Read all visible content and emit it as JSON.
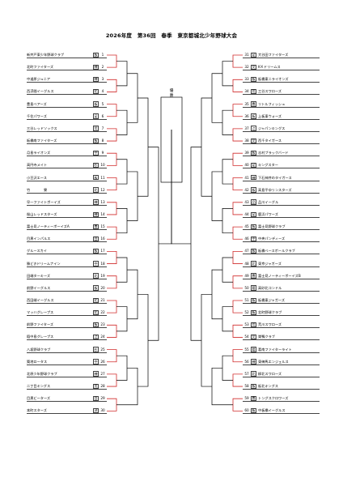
{
  "title": "2026年度　第36回　春季　東京都城北少年野球大会",
  "final_label": "優\n勝",
  "left_teams": [
    {
      "num": "1",
      "name": "新井戸東少年野球クラブ",
      "ward": "板"
    },
    {
      "num": "2",
      "name": "北町ファイターズ",
      "ward": "練"
    },
    {
      "num": "3",
      "name": "中道原ジュニア",
      "ward": "練"
    },
    {
      "num": "4",
      "name": "西浮間イーグルス",
      "ward": "北"
    },
    {
      "num": "5",
      "name": "豊島ベアーズ",
      "ward": "板"
    },
    {
      "num": "6",
      "name": "千住パワーズ",
      "ward": "足"
    },
    {
      "num": "7",
      "name": "三谷レッドソックス",
      "ward": "荒"
    },
    {
      "num": "8",
      "name": "板橋南ファイターズ",
      "ward": "板"
    },
    {
      "num": "9",
      "name": "月島ライオンズ",
      "ward": "中"
    },
    {
      "num": "10",
      "name": "高円寺メイト",
      "ward": "杉"
    },
    {
      "num": "11",
      "name": "小豆沢エース",
      "ward": "板"
    },
    {
      "num": "12",
      "name": "竹　　　　寮",
      "ward": "北"
    },
    {
      "num": "13",
      "name": "早一ファイトボーイズ",
      "ward": "練"
    },
    {
      "num": "14",
      "name": "桜山レッドスターズ",
      "ward": "練"
    },
    {
      "num": "15",
      "name": "富士見ノーティーボーイズA",
      "ward": "豊"
    },
    {
      "num": "16",
      "name": "目黒インパルス",
      "ward": "目"
    },
    {
      "num": "17",
      "name": "グルースカイ",
      "ward": "板"
    },
    {
      "num": "18",
      "name": "勝どきドリームナイン",
      "ward": "中"
    },
    {
      "num": "19",
      "name": "田端ターキーズ",
      "ward": "北"
    },
    {
      "num": "20",
      "name": "前野イーグルス",
      "ward": "板"
    },
    {
      "num": "21",
      "name": "西田端イーグルス",
      "ward": "北"
    },
    {
      "num": "22",
      "name": "マッハグレープス",
      "ward": "北"
    },
    {
      "num": "23",
      "name": "前野ファイターズ",
      "ward": "板"
    },
    {
      "num": "24",
      "name": "稲中島グレープス",
      "ward": "江"
    },
    {
      "num": "25",
      "name": "八坂野球クラブ",
      "ward": "杉"
    },
    {
      "num": "26",
      "name": "築地ロータス",
      "ward": "中"
    },
    {
      "num": "27",
      "name": "北原少年野球クラブ",
      "ward": "練"
    },
    {
      "num": "28",
      "name": "二丁目キングス",
      "ward": "荒"
    },
    {
      "num": "29",
      "name": "目黒ビーターズ",
      "ward": "目"
    },
    {
      "num": "30",
      "name": "本町スターズ",
      "ward": "渋"
    }
  ],
  "right_teams": [
    {
      "num": "31",
      "name": "大谷田ファイターズ",
      "ward": "足"
    },
    {
      "num": "32",
      "name": "KＫドリームス",
      "ward": "文"
    },
    {
      "num": "33",
      "name": "板橋東ニライオンズ",
      "ward": "板"
    },
    {
      "num": "34",
      "name": "三谷スワローズ",
      "ward": "荒"
    },
    {
      "num": "35",
      "name": "リトルフィッシュ",
      "ward": "豊"
    },
    {
      "num": "36",
      "name": "上板東ウォーズ",
      "ward": "板"
    },
    {
      "num": "37",
      "name": "ジャパンキングス",
      "ward": "江"
    },
    {
      "num": "38",
      "name": "西千タイガース",
      "ward": "文"
    },
    {
      "num": "39",
      "name": "志村ブラックバード",
      "ward": "板"
    },
    {
      "num": "40",
      "name": "キングスター",
      "ward": "足"
    },
    {
      "num": "41",
      "name": "下石神井のタイガース",
      "ward": "練"
    },
    {
      "num": "42",
      "name": "高島平ゆリンスターズ",
      "ward": "板"
    },
    {
      "num": "43",
      "name": "品川イーグル",
      "ward": "品"
    },
    {
      "num": "44",
      "name": "鹿浜パワーズ",
      "ward": "足"
    },
    {
      "num": "45",
      "name": "富士見野球クラブ",
      "ward": "板"
    },
    {
      "num": "46",
      "name": "中央パンディーズ",
      "ward": "中"
    },
    {
      "num": "47",
      "name": "板橋ベースボールクラブ",
      "ward": "板"
    },
    {
      "num": "48",
      "name": "東京ジャガーズ",
      "ward": "北"
    },
    {
      "num": "49",
      "name": "富士見ノーティーボーイズB",
      "ward": "豊"
    },
    {
      "num": "50",
      "name": "高砂北コンドル",
      "ward": "葛"
    },
    {
      "num": "51",
      "name": "板橋東ジャガーズ",
      "ward": "板"
    },
    {
      "num": "52",
      "name": "北町野球クラブ",
      "ward": "板"
    },
    {
      "num": "53",
      "name": "荒川スワローズ",
      "ward": "荒"
    },
    {
      "num": "54",
      "name": "巣鴨クラブ",
      "ward": "文"
    },
    {
      "num": "55",
      "name": "葛南ファイターライト",
      "ward": "葛"
    },
    {
      "num": "56",
      "name": "東練馬エンジェルス",
      "ward": "練"
    },
    {
      "num": "57",
      "name": "柳北スワローズ",
      "ward": "北"
    },
    {
      "num": "58",
      "name": "板北キングス",
      "ward": "板"
    },
    {
      "num": "59",
      "name": "トングスクロワーズ",
      "ward": "豊"
    },
    {
      "num": "60",
      "name": "中板橋イーグルス",
      "ward": "板"
    }
  ]
}
